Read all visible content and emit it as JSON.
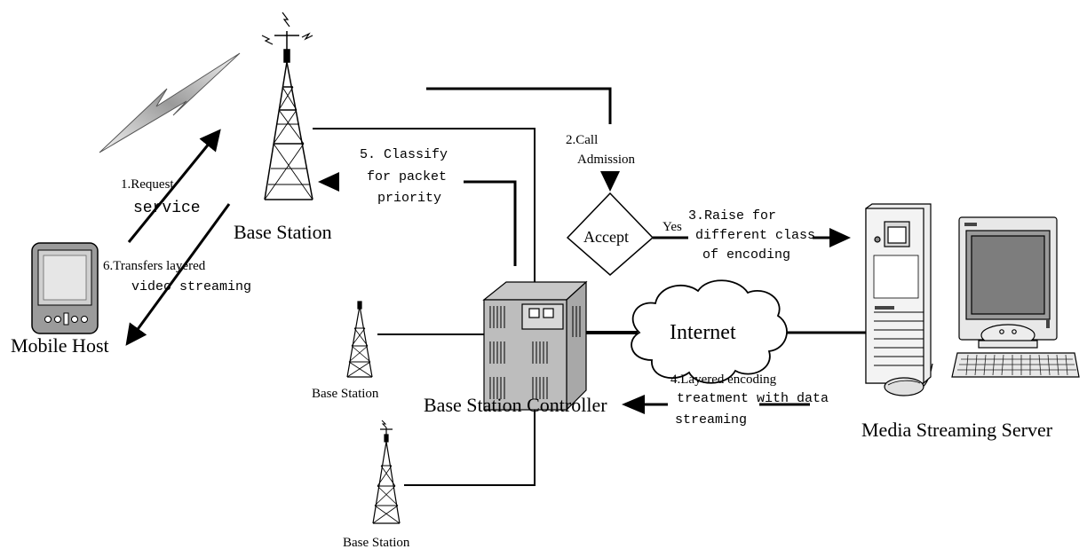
{
  "labels": {
    "base_station_main": "Base Station",
    "base_station_left": "Base Station",
    "base_station_bottom": "Base Station",
    "mobile_host": "Mobile Host",
    "bsc": "Base Station Controller",
    "internet": "Internet",
    "media_server": "Media Streaming Server",
    "accept": "Accept",
    "yes": "Yes"
  },
  "steps": {
    "step1_line1": "1.Request",
    "step1_line2": "service",
    "step2_line1": "2.Call",
    "step2_line2": "Admission",
    "step3_line1": "3.Raise for",
    "step3_line2": "different class",
    "step3_line3": "of encoding",
    "step4_line1": "4.Layered encoding",
    "step4_line2": "treatment with data",
    "step4_line3": "streaming",
    "step5_line1": "5. Classify",
    "step5_line2": "for packet",
    "step5_line3": "priority",
    "step6_line1": "6.Transfers layered",
    "step6_line2": "video streaming"
  }
}
